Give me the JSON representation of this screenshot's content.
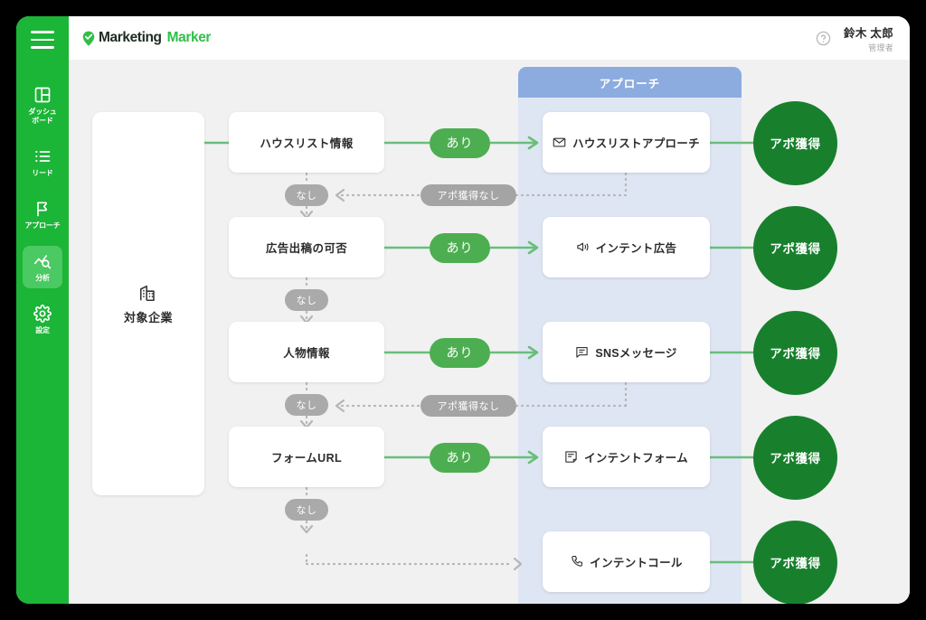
{
  "window": {
    "bg": "#000000",
    "frame_bg": "#f1f1f1"
  },
  "sidebar": {
    "bg": "#1BB537",
    "menu_icon": "hamburger-icon",
    "items": [
      {
        "icon": "dashboard-icon",
        "label": "ダッシュ\nボード",
        "active": false
      },
      {
        "icon": "list-icon",
        "label": "リード",
        "active": false
      },
      {
        "icon": "flag-icon",
        "label": "アプローチ",
        "active": false
      },
      {
        "icon": "analytics-icon",
        "label": "分析",
        "active": true
      },
      {
        "icon": "gear-icon",
        "label": "設定",
        "active": false
      }
    ]
  },
  "header": {
    "logo": {
      "icon": "location-check-pin-icon",
      "text_primary": "Marketing",
      "text_secondary": "Marker"
    },
    "help_icon": "help-circle-icon",
    "user": {
      "name": "鈴木 太郎",
      "role": "管理者"
    }
  },
  "canvas": {
    "approach_column": {
      "title": "アプローチ",
      "header_color": "#8CACE0",
      "body_color": "#DFE6F3"
    },
    "target": {
      "icon": "building-icon",
      "label": "対象企業"
    },
    "conditions": [
      {
        "label": "ハウスリスト情報"
      },
      {
        "label": "広告出稿の可否"
      },
      {
        "label": "人物情報"
      },
      {
        "label": "フォームURL"
      }
    ],
    "approaches": [
      {
        "icon": "mail-icon",
        "label": "ハウスリストアプローチ"
      },
      {
        "icon": "megaphone-icon",
        "label": "インテント広告"
      },
      {
        "icon": "comment-icon",
        "label": "SNSメッセージ"
      },
      {
        "icon": "form-icon",
        "label": "インテントフォーム"
      },
      {
        "icon": "phone-icon",
        "label": "インテントコール"
      }
    ],
    "results": [
      {
        "label": "アポ獲得"
      },
      {
        "label": "アポ獲得"
      },
      {
        "label": "アポ獲得"
      },
      {
        "label": "アポ獲得"
      },
      {
        "label": "アポ獲得"
      }
    ],
    "yes_pills": [
      "あり",
      "あり",
      "あり",
      "あり"
    ],
    "no_pills": [
      "なし",
      "なし",
      "なし",
      "なし"
    ],
    "fail_pills": [
      "アポ獲得なし",
      "アポ獲得なし"
    ],
    "colors": {
      "yes_pill": "#4CAE50",
      "no_pill": "#AAAAAA",
      "result_circle": "#18802D",
      "green_line": "#69BE7A",
      "dotted_line": "#B6B6B6"
    }
  }
}
